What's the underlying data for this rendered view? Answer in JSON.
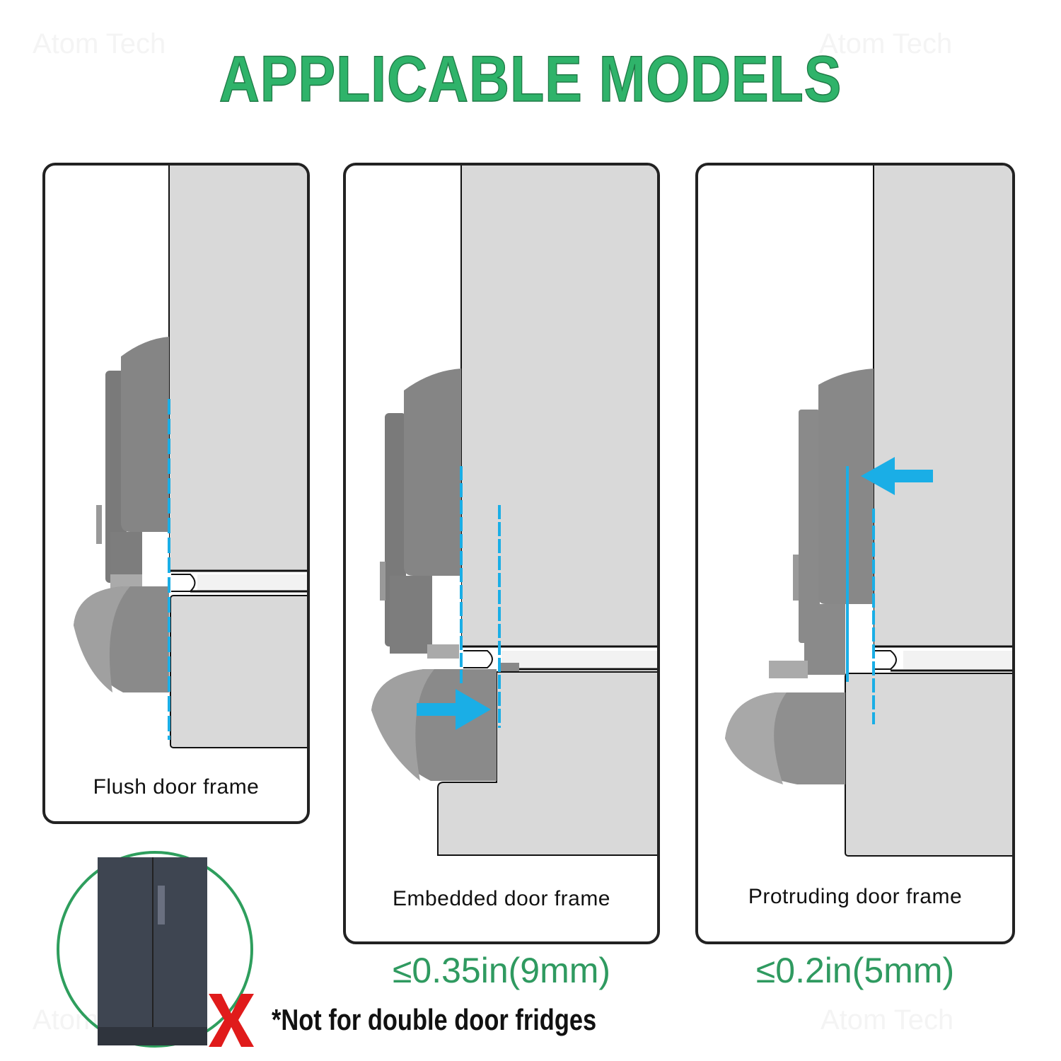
{
  "header": {
    "title": "APPLICABLE MODELS",
    "watermark": "Atom Tech"
  },
  "panels": [
    {
      "id": "flush",
      "label": "Flush door frame",
      "spec": ""
    },
    {
      "id": "embedded",
      "label": "Embedded door frame",
      "spec": "≤0.35in(9mm)"
    },
    {
      "id": "protruding",
      "label": "Protruding door frame",
      "spec": "≤0.2in(5mm)"
    }
  ],
  "footer": {
    "note": "*Not for double door fridges",
    "excluded_icon": "x-mark-icon",
    "excluded_image": "double-door-fridge"
  },
  "colors": {
    "title_green": "#2fb36a",
    "spec_green": "#2f9a60",
    "accent_blue": "#1aaee6",
    "door_gray": "#d9d9d9",
    "lock_gray": "#808080",
    "x_red": "#e01b1b"
  }
}
